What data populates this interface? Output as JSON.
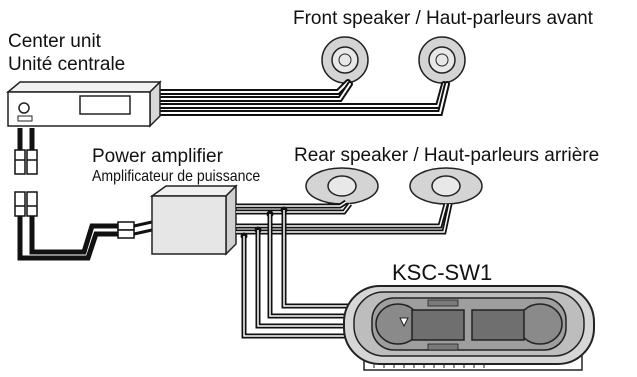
{
  "labels": {
    "front_speaker": "Front speaker / Haut-parleurs avant",
    "center_unit_en": "Center unit",
    "center_unit_fr": "Unité centrale",
    "power_amp_en": "Power amplifier",
    "power_amp_fr": "Amplificateur de puissance",
    "rear_speaker": "Rear speaker / Haut-parleurs arrière",
    "model": "KSC-SW1"
  }
}
